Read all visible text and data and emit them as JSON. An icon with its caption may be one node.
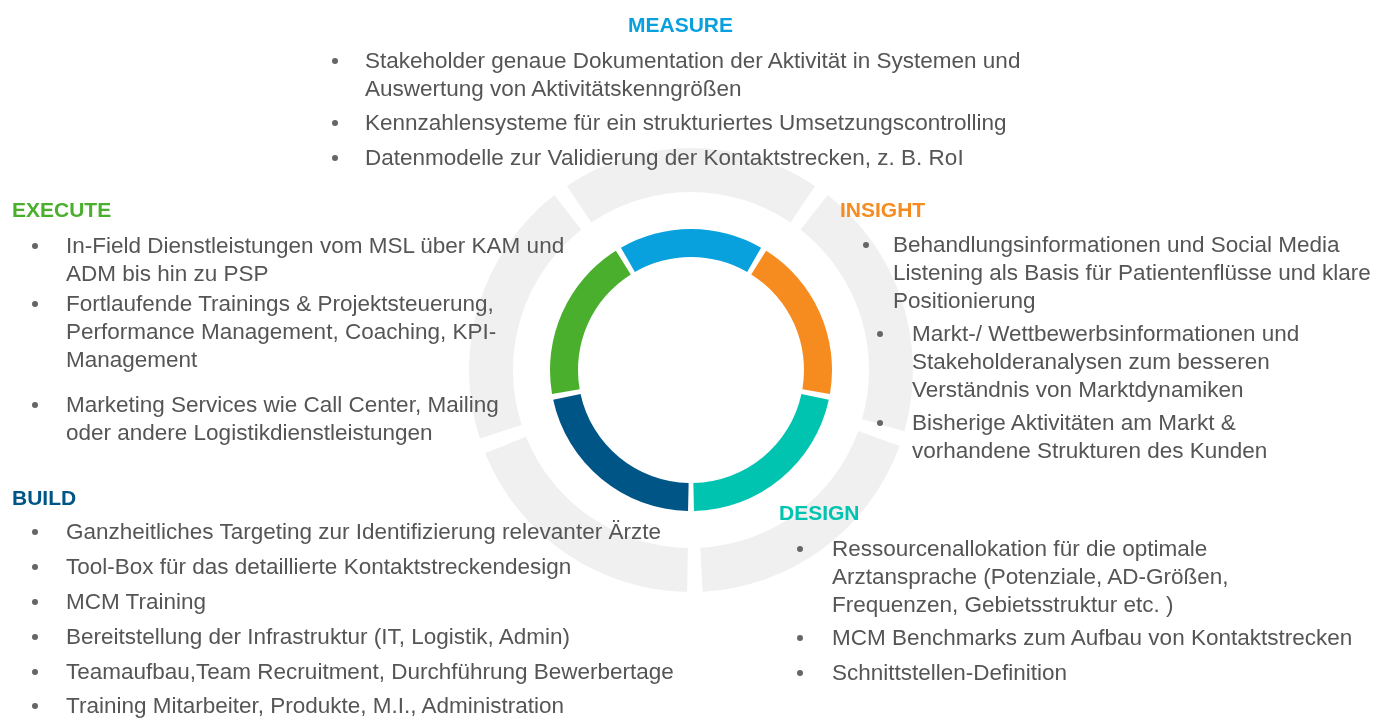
{
  "diagram": {
    "labels": [
      "MEASURE",
      "Stakeholder genaue Dokumentation der Aktivität in Systemen und Auswertung von Aktivitätskenngrößen",
      "Kennzahlensysteme für ein strukturiertes Umsetzungscontrolling",
      "Datenmodelle zur Validierung der Kontaktstrecken, z. B. RoI",
      "EXECUTE",
      "In-Field Dienstleistungen vom MSL über KAM und ADM bis hin zu PSP",
      "Fortlaufende Trainings & Projektsteuerung, Performance Management, Coaching, KPI-Management",
      "Marketing Services wie Call Center, Mailing oder andere Logistikdienstleistungen",
      "INSIGHT",
      "Behandlungsinformationen und Social Media Listening als Basis für Patientenflüsse und klare Positionierung",
      "Markt-/ Wettbewerbsinformationen und Stakeholderanalysen zum besseren Verständnis von Marktdynamiken",
      "Bisherige Aktivitäten am Markt & vorhandene Strukturen des Kunden",
      "BUILD",
      "Ganzheitliches Targeting zur Identifizierung relevanter Ärzte",
      "Tool-Box für das detaillierte Kontaktstreckendesign",
      "MCM Training",
      "Bereitstellung der Infrastruktur (IT, Logistik, Admin)",
      "Teamaufbau,Team Recruitment, Durchführung Bewerbertage",
      "Training Mitarbeiter, Produkte, M.I., Administration",
      "DESIGN",
      "Ressourcenallokation für die optimale Arztansprache (Potenziale, AD-Größen, Frequenzen, Gebietsstruktur etc. )",
      "MCM Benchmarks zum Aufbau von Kontaktstrecken",
      "Schnittstellen-Definition"
    ]
  }
}
